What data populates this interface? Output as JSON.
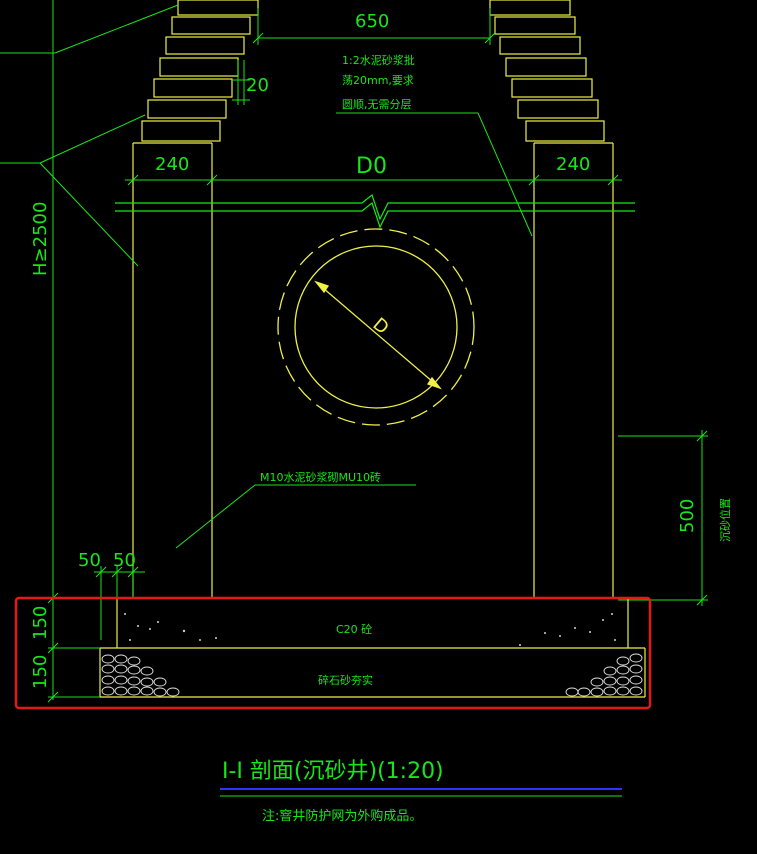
{
  "dimensions": {
    "top_width": "650",
    "step": "20",
    "wall_left": "240",
    "wall_right": "240",
    "inner_diameter": "D0",
    "height": "H≥2500",
    "sand_depth": "500",
    "offset_a": "50",
    "offset_b": "50",
    "slab_thickness": "150",
    "base_thickness": "150",
    "pipe_diameter": "D"
  },
  "notes": {
    "mortar_line1": "1:2水泥砂浆批",
    "mortar_line2": "荡20mm,要求",
    "mortar_line3": "圆顺,无需分层",
    "masonry": "M10水泥砂浆砌MU10砖",
    "sand_position": "沉砂位置",
    "concrete": "C20  砼",
    "gravel": "碎石砂夯实"
  },
  "title": "I-I  剖面(沉砂井)(1:20)",
  "footnote": "注:窨井防护网为外购成品。",
  "colors": {
    "background": "#000000",
    "dimension_green": "#19e619",
    "structure_yellow": "#f0f046",
    "highlight_red": "#e61919",
    "underline_blue": "#3232ff"
  }
}
